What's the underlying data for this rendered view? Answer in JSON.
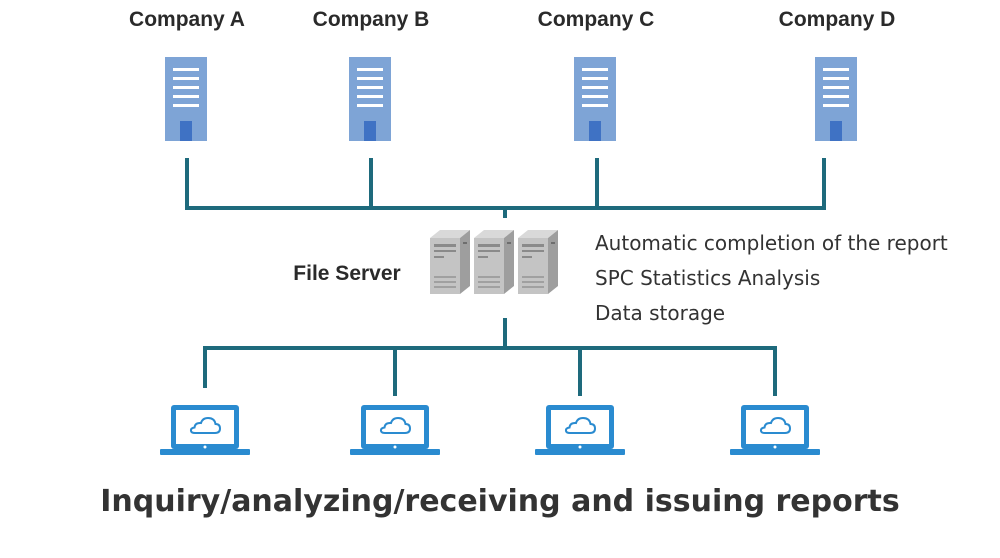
{
  "companies": [
    {
      "name": "Company A"
    },
    {
      "name": "Company B"
    },
    {
      "name": "Company C"
    },
    {
      "name": "Company D"
    }
  ],
  "server": {
    "label": "File Server",
    "features": [
      "Automatic completion of the report",
      "SPC Statistics Analysis",
      "Data storage"
    ]
  },
  "footer": {
    "caption": "Inquiry/analyzing/receiving and issuing reports"
  },
  "icons": {
    "company": "office-building-icon",
    "server": "server-rack-icon",
    "client": "laptop-cloud-icon"
  },
  "colors": {
    "building": "#7ea4d6",
    "building_window": "#ffffff",
    "building_door": "#3f72c4",
    "network_line": "#1e6a7c",
    "laptop": "#2a8bd0",
    "server": "#b8b8b8",
    "text": "#2a2a2a"
  }
}
